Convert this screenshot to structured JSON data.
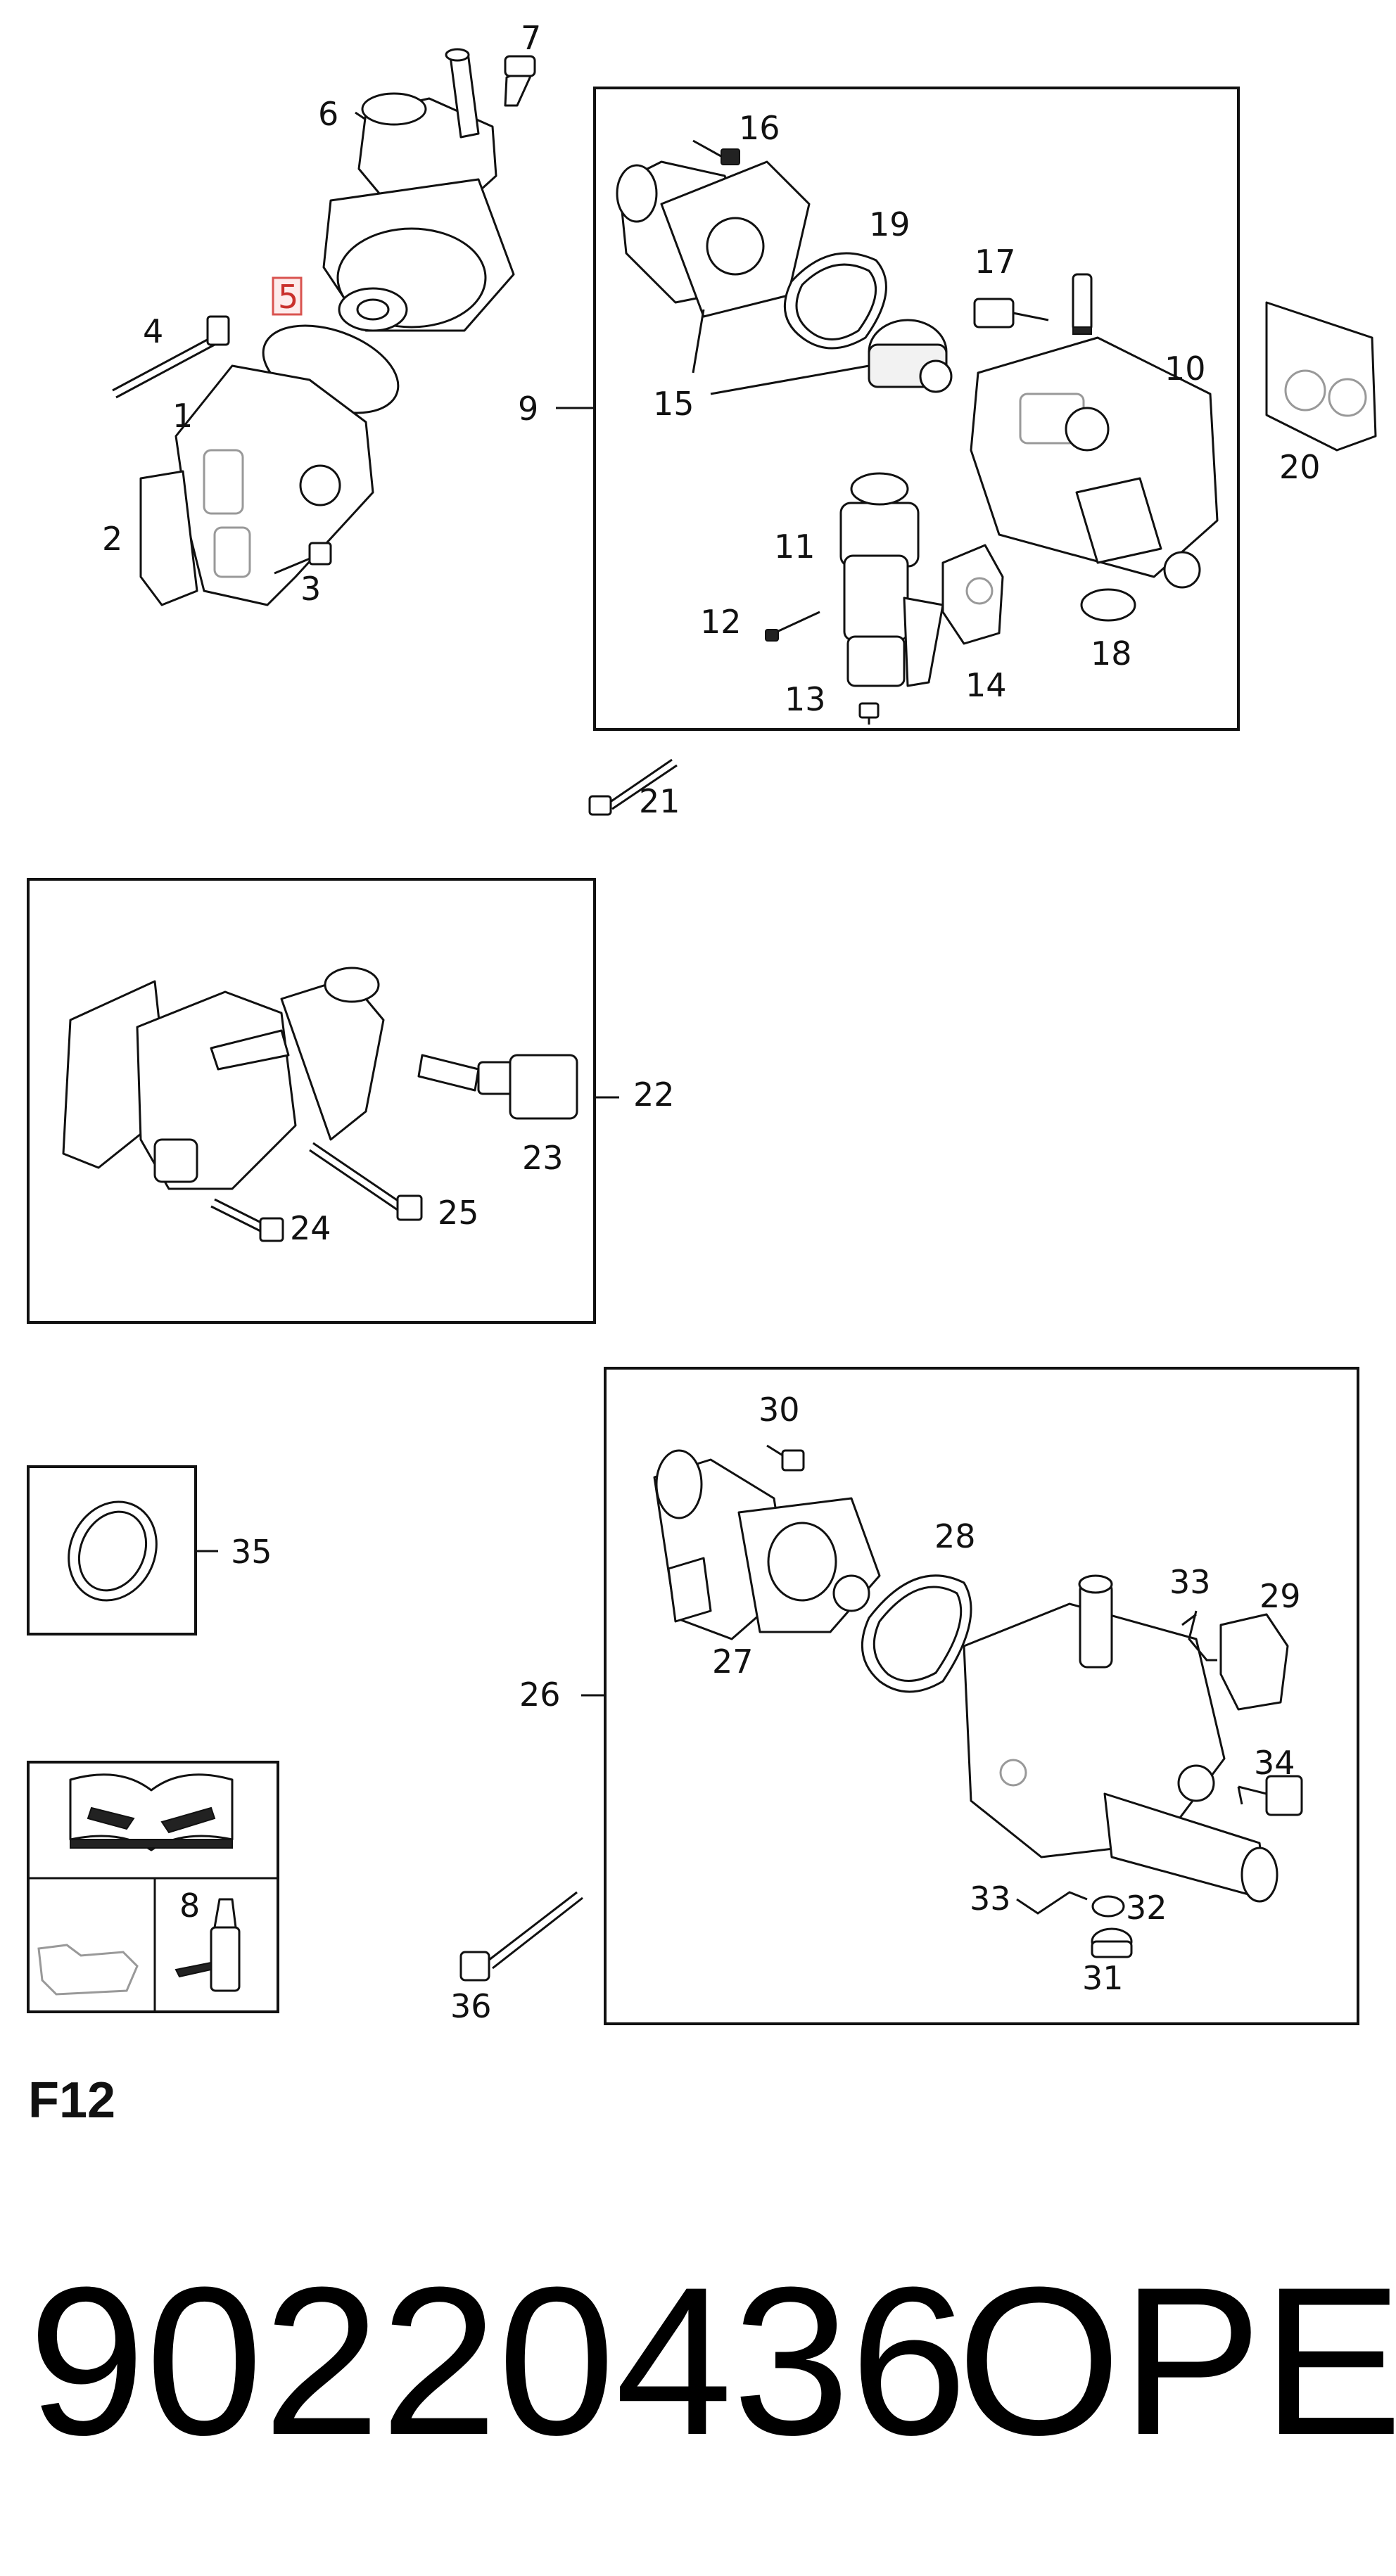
{
  "labels": {
    "l1": "1",
    "l2": "2",
    "l3": "3",
    "l4": "4",
    "l5": "5",
    "l6": "6",
    "l7": "7",
    "l8": "8",
    "l9": "9",
    "l10": "10",
    "l11": "11",
    "l12": "12",
    "l13": "13",
    "l14": "14",
    "l15": "15",
    "l16": "16",
    "l17": "17",
    "l18": "18",
    "l19": "19",
    "l20": "20",
    "l21": "21",
    "l22": "22",
    "l23": "23",
    "l24": "24",
    "l25": "25",
    "l26": "26",
    "l27": "27",
    "l28": "28",
    "l29": "29",
    "l30": "30",
    "l31": "31",
    "l32": "32",
    "l33a": "33",
    "l33b": "33",
    "l34": "34",
    "l35": "35",
    "l36": "36"
  },
  "highlighted_part": "5",
  "section_code": "F12",
  "footer": {
    "part_number": "90220436",
    "brand": "OPEL"
  },
  "colors": {
    "highlight_fill": "#fdecec",
    "highlight_stroke": "#d9534f",
    "line": "#111111"
  }
}
